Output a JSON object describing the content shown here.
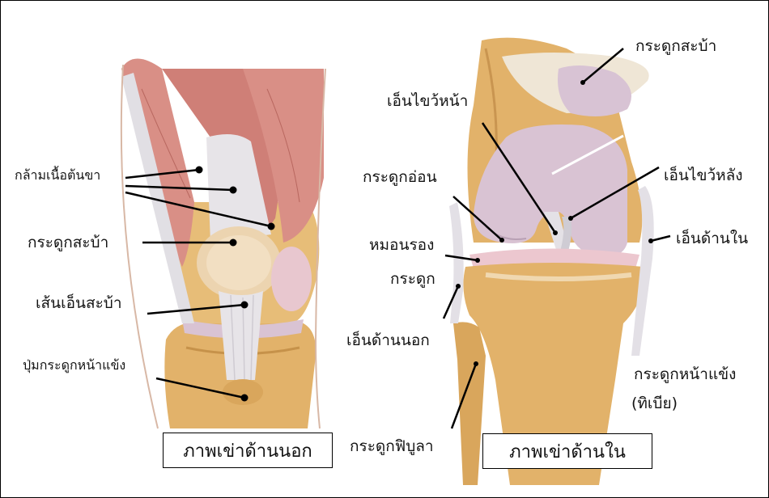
{
  "external_view": {
    "caption": "ภาพเข่าด้านนอก",
    "labels": {
      "thigh_muscle": "กล้ามเนื้อต้นขา",
      "patella": "กระดูกสะบ้า",
      "patellar_tendon": "เส้นเอ็นสะบ้า",
      "tibial_tubercle": "ปุ่มกระดูกหน้าแข้ง"
    }
  },
  "internal_view": {
    "caption": "ภาพเข่าด้านใน",
    "labels": {
      "patella": "กระดูกสะบ้า",
      "acl": "เอ็นไขว้หน้า",
      "cartilage": "กระดูกอ่อน",
      "pcl": "เอ็นไขว้หลัง",
      "meniscus_line1": "หมอนรอง",
      "meniscus_line2": "กระดูก",
      "mcl": "เอ็นด้านใน",
      "lcl": "เอ็นด้านนอก",
      "tibia_line1": "กระดูกหน้าแข้ง",
      "tibia_line2": "(ทิเบีย)",
      "fibula": "กระดูกฟิบูลา"
    }
  },
  "colors": {
    "muscle": "#d98f86",
    "bone": "#e2b26a",
    "cartilage": "#d9c3d3",
    "tendon": "#e7e4e8",
    "leader": "#000000"
  }
}
